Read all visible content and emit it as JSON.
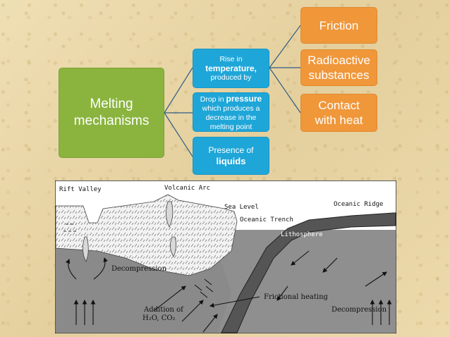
{
  "concept_map": {
    "root": "Melting mechanisms",
    "temperature": {
      "pre": "Rise in",
      "bold": "temperature,",
      "post": "produced by"
    },
    "pressure": {
      "pre": "Drop in",
      "bold": "pressure",
      "post": "which produces a decrease in the melting point"
    },
    "liquids": {
      "pre": "Presence of",
      "bold": "liquids"
    },
    "friction": "Friction",
    "radioactive": "Radioactive substances",
    "contact": "Contact with heat",
    "colors": {
      "green": "#8ab43e",
      "blue": "#1fa6d8",
      "orange": "#f0973a"
    }
  },
  "cross_section": {
    "rift_valley": "Rift Valley",
    "volcanic_arc": "Volcanic Arc",
    "sea_level": "Sea Level",
    "oceanic_ridge": "Oceanic Ridge",
    "oceanic_trench": "Oceanic Trench",
    "lithosphere": "Lithosphere",
    "decompression_left": "Decompression",
    "frictional_heating": "Frictional heating",
    "decompression_right": "Decompression",
    "addition_of": "Addition of",
    "h2o_co2": "H₂O, CO₂"
  }
}
